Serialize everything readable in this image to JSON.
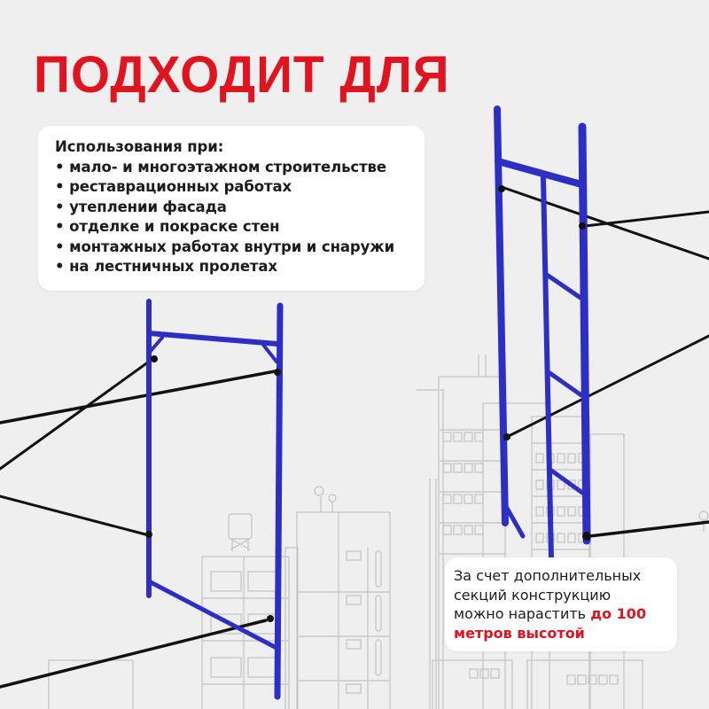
{
  "colors": {
    "background": "#efefef",
    "accent_red": "#e0141e",
    "frame_blue": "#2d2fc4",
    "brace_black": "#111111",
    "building_line": "#c9c9c9",
    "text_dark": "#1c1c1c",
    "card_bg": "#ffffff"
  },
  "header": {
    "title": "ПОДХОДИТ ДЛЯ"
  },
  "uses_card": {
    "heading": "Использования при:",
    "items": [
      "мало- и многоэтажном строительстве",
      "реставрационных работах",
      "утеплении фасада",
      "отделке и покраске стен",
      "монтажных работах внутри и снаружи",
      "на лестничных пролетах"
    ]
  },
  "note_card": {
    "line1": "За счет дополнительных",
    "line2": "секций конструкцию",
    "line3_plain": "можно нарастить ",
    "line3_accent": "до 100",
    "line4_accent": "метров высотой"
  },
  "illustration": {
    "objects": [
      "city-skyline-sketch",
      "scaffold-frame-passage",
      "scaffold-frame-ladder",
      "cross-braces"
    ]
  }
}
